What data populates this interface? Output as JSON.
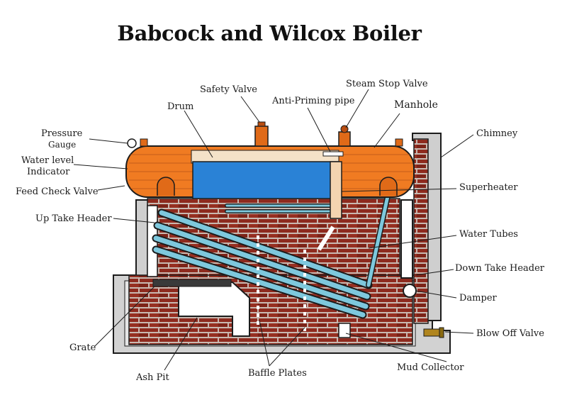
{
  "title": "Babcock and Wilcox Boiler",
  "labels": {
    "pressure": "Pressure",
    "gauge": "Gauge",
    "water_level": "Water level",
    "indicator": "Indicator",
    "feed_check_valve": "Feed Check Valve",
    "up_take_header": "Up Take Header",
    "drum": "Drum",
    "safety_valve": "Safety Valve",
    "anti_priming_pipe": "Anti-Priming pipe",
    "steam_stop_valve": "Steam Stop Valve",
    "manhole": "Manhole",
    "chimney": "Chimney",
    "superheater": "Superheater",
    "water_tubes": "Water Tubes",
    "down_take_header": "Down Take Header",
    "damper": "Damper",
    "blow_off_valve": "Blow Off Valve",
    "mud_collector": "Mud Collector",
    "baffle_plates": "Baffle Plates",
    "ash_pit": "Ash Pit",
    "grate": "Grate"
  },
  "colors": {
    "brick": "#8e2a1e",
    "mortar": "#c9b8b0",
    "drum_orange": "#f07b22",
    "water": "#2a82d6",
    "tube": "#7ec8dd",
    "outline": "#1c1c1c",
    "casing": "#c8c8c8",
    "steam_space": "#f4e2c8"
  }
}
